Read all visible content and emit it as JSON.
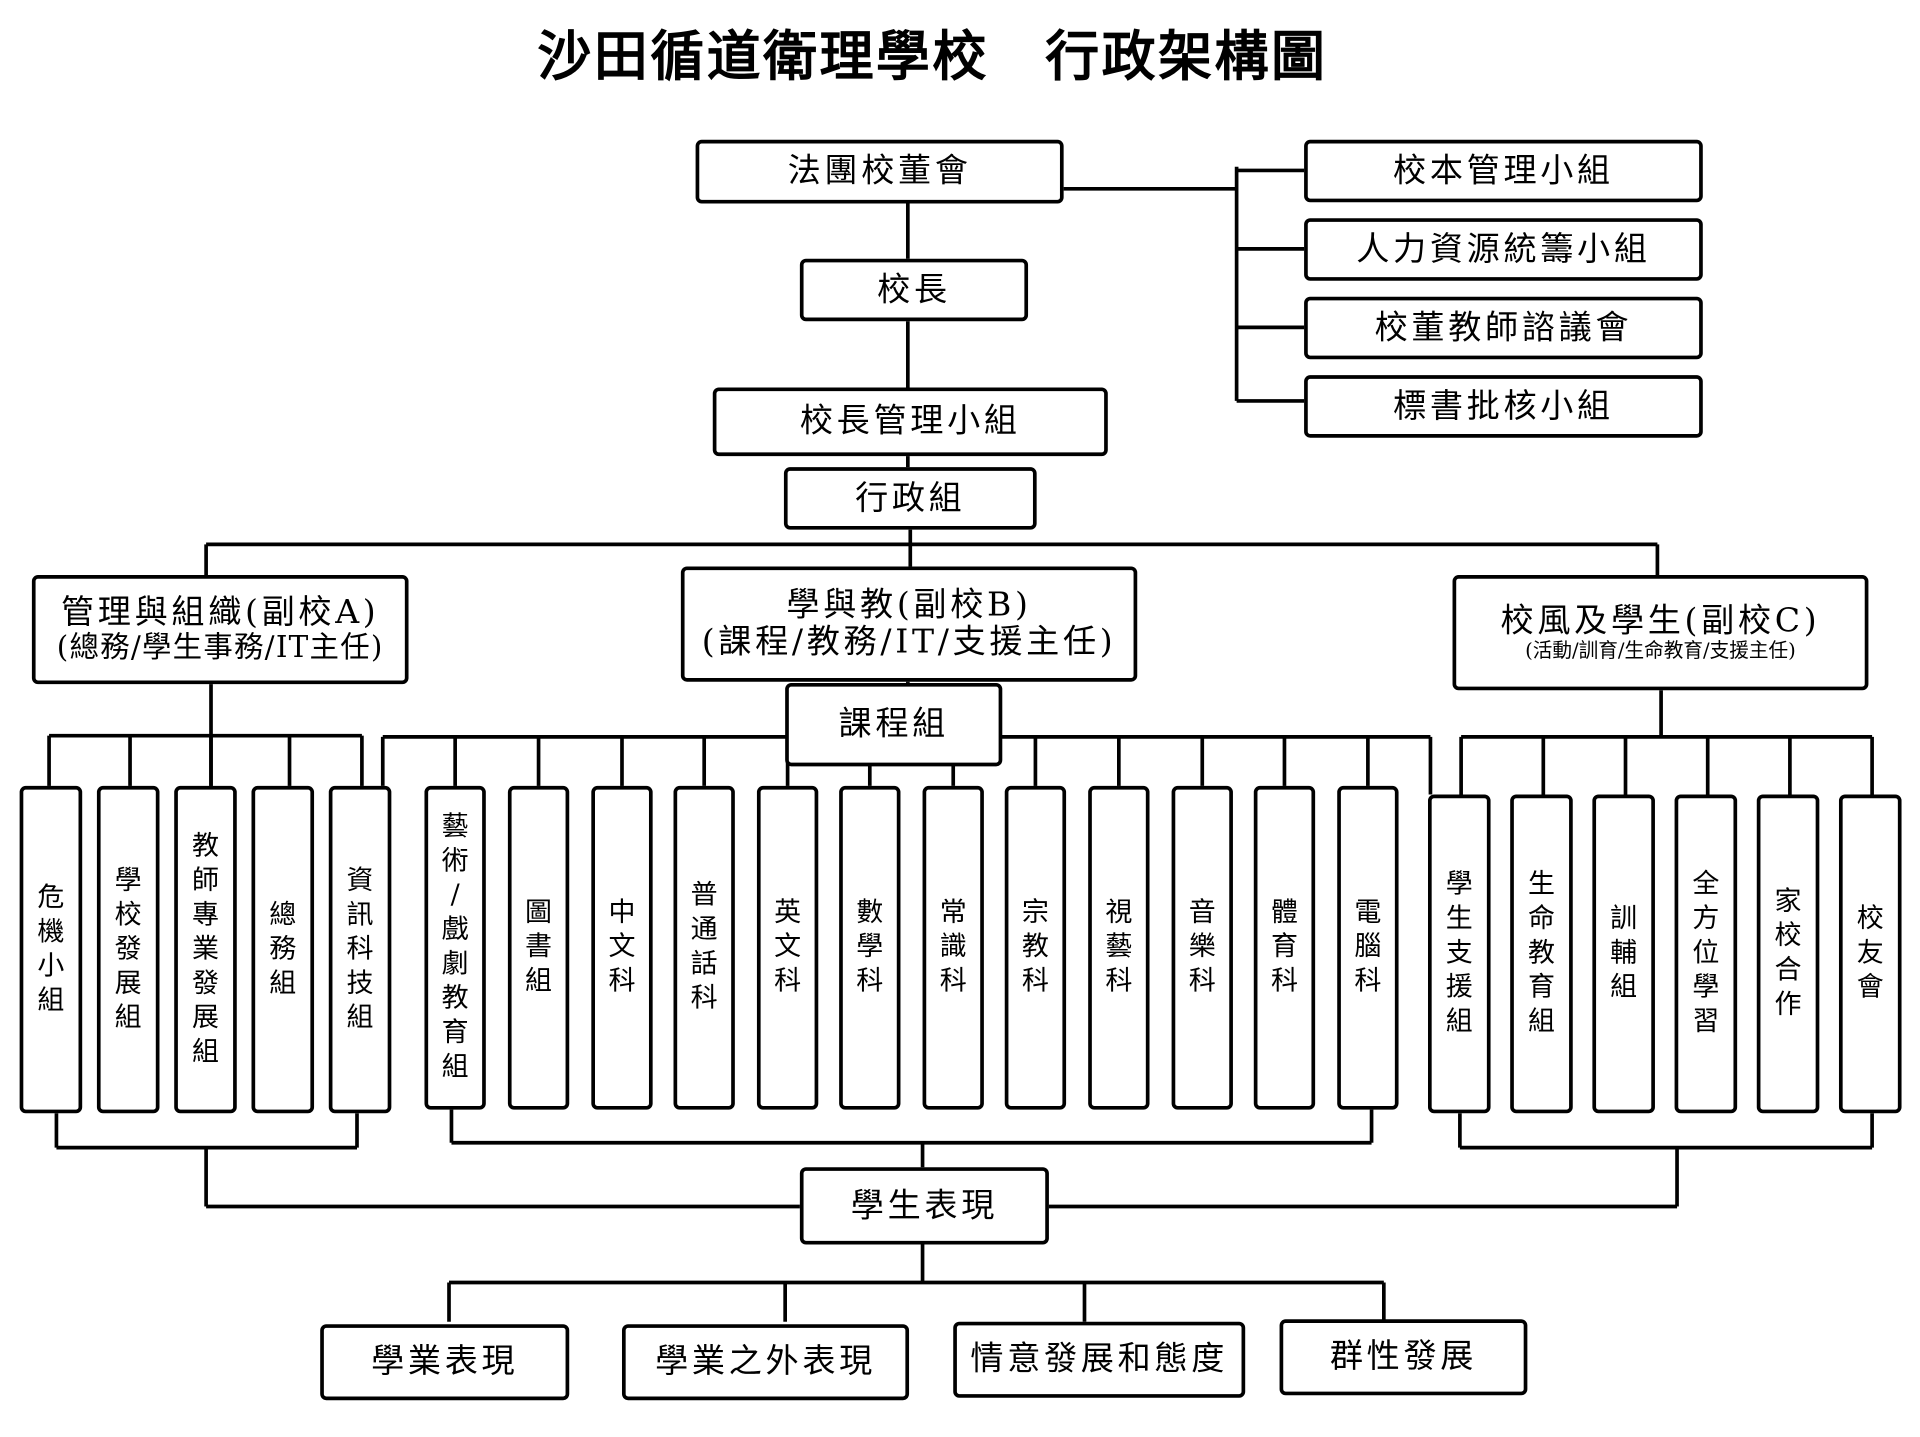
{
  "title": "沙田循道衛理學校　行政架構圖",
  "board": "法團校董會",
  "principal": "校長",
  "principal_mgmt": "校長管理小組",
  "admin": "行政組",
  "committees": [
    "校本管理小組",
    "人力資源統籌小組",
    "校董教師諮議會",
    "標書批核小組"
  ],
  "branch_a": {
    "title": "管理與組織(副校A)",
    "sub": "(總務/學生事務/IT主任)"
  },
  "branch_b": {
    "title": "學與教(副校B)",
    "sub": "(課程/教務/IT/支援主任)"
  },
  "branch_c": {
    "title": "校風及學生(副校C)",
    "sub": "(活動/訓育/生命教育/支援主任)"
  },
  "curriculum": "課程組",
  "group_a": [
    "危機小組",
    "學校發展組",
    "教師專業發展組",
    "總務組",
    "資訊科技組"
  ],
  "group_b": [
    "藝術/戲劇教育組",
    "圖書組",
    "中文科",
    "普通話科",
    "英文科",
    "數學科",
    "常識科",
    "宗教科",
    "視藝科",
    "音樂科",
    "體育科",
    "電腦科"
  ],
  "group_c": [
    "學生支援組",
    "生命教育組",
    "訓輔組",
    "全方位學習",
    "家校合作",
    "校友會"
  ],
  "student_perf": "學生表現",
  "outcomes": [
    "學業表現",
    "學業之外表現",
    "情意發展和態度",
    "群性發展"
  ]
}
